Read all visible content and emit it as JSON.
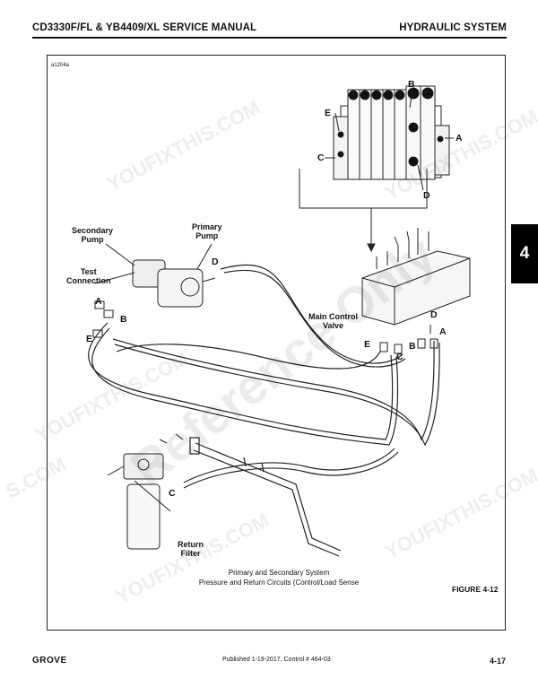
{
  "header": {
    "left": "CD3330F/FL & YB4409/XL SERVICE MANUAL",
    "right": "HYDRAULIC SYSTEM"
  },
  "section_tab": "4",
  "figure": {
    "id": "a1204a",
    "labels": {
      "secondary_pump": "Secondary\nPump",
      "primary_pump": "Primary\nPump",
      "test_connection": "Test\nConnection",
      "main_control_valve": "Main Control\nValve",
      "return_filter": "Return\nFilter"
    },
    "letters": {
      "a": "A",
      "b": "B",
      "c": "C",
      "d": "D",
      "e": "E"
    },
    "caption_line1": "Primary and Secondary System",
    "caption_line2": "Pressure and Return Circuits (Control/Load Sense",
    "number": "FIGURE 4-12"
  },
  "watermarks": {
    "site": "YOUFIXTHIS.COM",
    "ref": "Reference Only",
    "fragment": "S.COM"
  },
  "footer": {
    "left": "GROVE",
    "middle": "Published 1-19-2017, Control # 464-03",
    "right": "4-17"
  }
}
